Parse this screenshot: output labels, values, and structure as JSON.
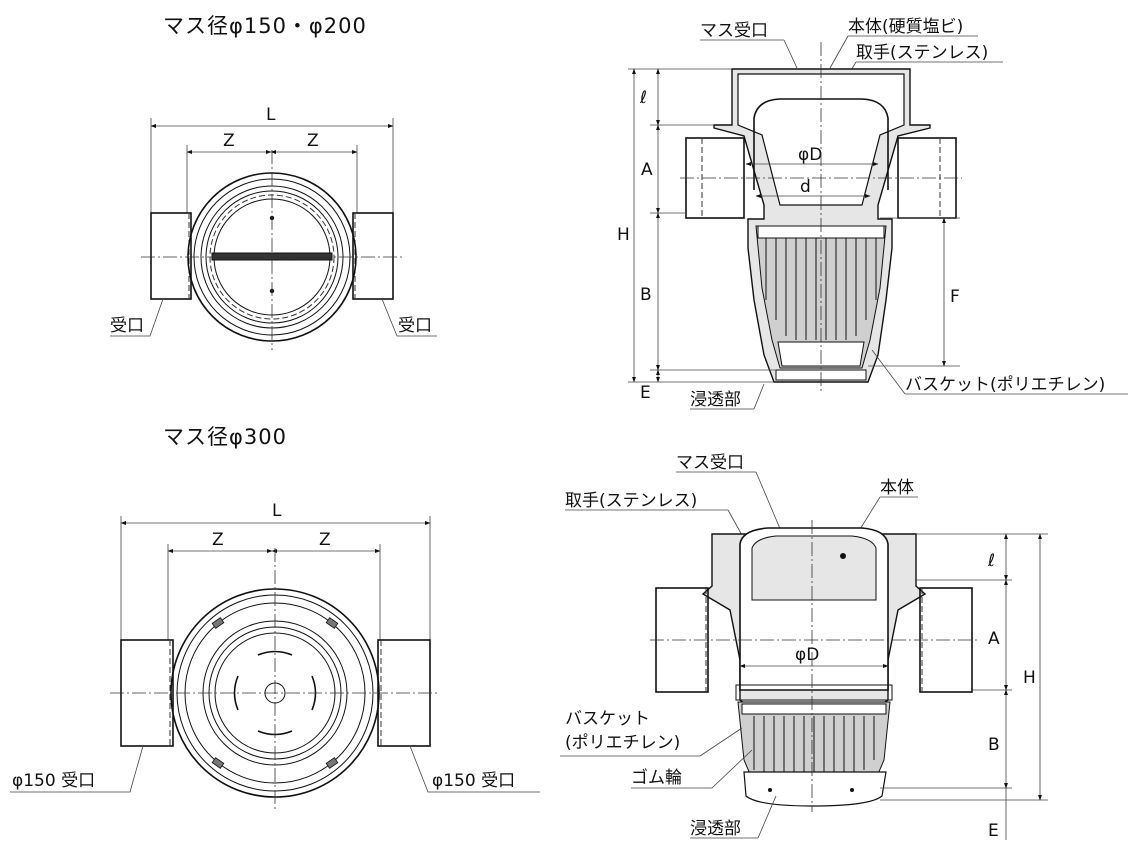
{
  "titles": {
    "top": "マス径φ150・φ200",
    "bottom": "マス径φ300"
  },
  "top_left": {
    "L": "L",
    "Z1": "Z",
    "Z2": "Z",
    "inlet_left": "受口",
    "inlet_right": "受口"
  },
  "top_right": {
    "mass_inlet": "マス受口",
    "body": "本体(硬質塩ビ)",
    "handle": "取手(ステンレス)",
    "basket": "バスケット(ポリエチレン)",
    "permeable": "浸透部",
    "dims": {
      "l": "ℓ",
      "A": "A",
      "H": "H",
      "B": "B",
      "E": "E",
      "F": "F",
      "phiD": "φD",
      "d": "d"
    }
  },
  "bottom_left": {
    "L": "L",
    "Z1": "Z",
    "Z2": "Z",
    "inlet_left": "φ150 受口",
    "inlet_right": "φ150 受口"
  },
  "bottom_right": {
    "mass_inlet": "マス受口",
    "handle": "取手(ステンレス)",
    "body": "本体",
    "basket_line1": "バスケット",
    "basket_line2": "(ポリエチレン)",
    "gomu": "ゴム輪",
    "permeable": "浸透部",
    "dims": {
      "l": "ℓ",
      "A": "A",
      "H": "H",
      "B": "B",
      "E": "E",
      "phiD": "φD"
    }
  },
  "colors": {
    "body_fill": "#e6e6e6",
    "basket_fill": "#cfcfcf",
    "line": "#111111"
  }
}
